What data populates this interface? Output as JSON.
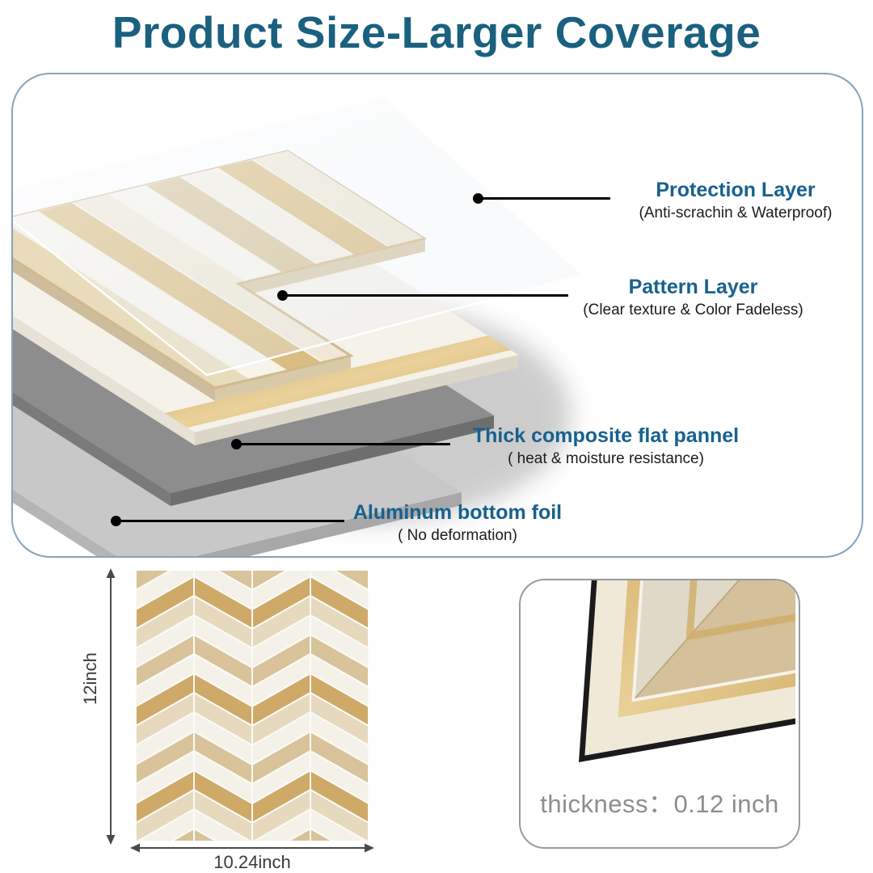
{
  "title": "Product Size-Larger Coverage",
  "callouts": [
    {
      "title": "Protection Layer",
      "subtitle": "(Anti-scrachin & Waterproof)"
    },
    {
      "title": "Pattern Layer",
      "subtitle": "(Clear texture & Color Fadeless)"
    },
    {
      "title": "Thick composite flat pannel",
      "subtitle": "( heat & moisture resistance)"
    },
    {
      "title": "Aluminum bottom foil",
      "subtitle": "( No deformation)"
    }
  ],
  "dimensions": {
    "height_label": "12inch",
    "width_label": "10.24inch"
  },
  "thickness_label": "thickness：0.12 inch",
  "colors": {
    "title_blue": "#1a607f",
    "label_blue": "#17618e",
    "gold": "#cfa968",
    "tan": "#d8c39a",
    "beige": "#e6d9bd",
    "marble_white": "#f4f1e8"
  },
  "swatch_palette": [
    "#d8c39a",
    "#f4f1e8",
    "#cfa968",
    "#e6d9bd",
    "#f4f1e8"
  ]
}
